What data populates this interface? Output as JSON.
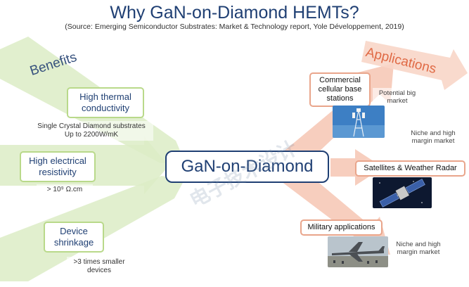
{
  "title": "Why GaN-on-Diamond HEMTs?",
  "subtitle": "(Source: Emerging Semiconductor Substrates: Market & Technology report, Yole Développement, 2019)",
  "benefits_label": "Benefits",
  "applications_label": "Applications",
  "center_label": "GaN-on-Diamond",
  "benefits": [
    {
      "label": "High thermal conductivity",
      "note": "Single Crystal Diamond substrates Up to 2200W/mK"
    },
    {
      "label": "High electrical resistivity",
      "note": "> 10⁹ Ω.cm"
    },
    {
      "label": "Device shrinkage",
      "note": ">3 times smaller devices"
    }
  ],
  "applications": [
    {
      "label": "Commercial cellular base stations",
      "note": "Potential big market"
    },
    {
      "label": "Satellites & Weather Radar",
      "note": "Niche and high margin market"
    },
    {
      "label": "Military applications",
      "note": "Niche and high margin market"
    }
  ],
  "watermark": "电子技术设计",
  "colors": {
    "title": "#1f3f73",
    "benefit_arrow": "#d9ebc0",
    "benefit_border": "#b9d98a",
    "application_arrow": "#f6c3b0",
    "application_border": "#e9a58b",
    "center_border": "#1f3f73"
  },
  "icons": [
    "cell-tower-photo",
    "satellite-photo",
    "military-aircraft-photo"
  ]
}
